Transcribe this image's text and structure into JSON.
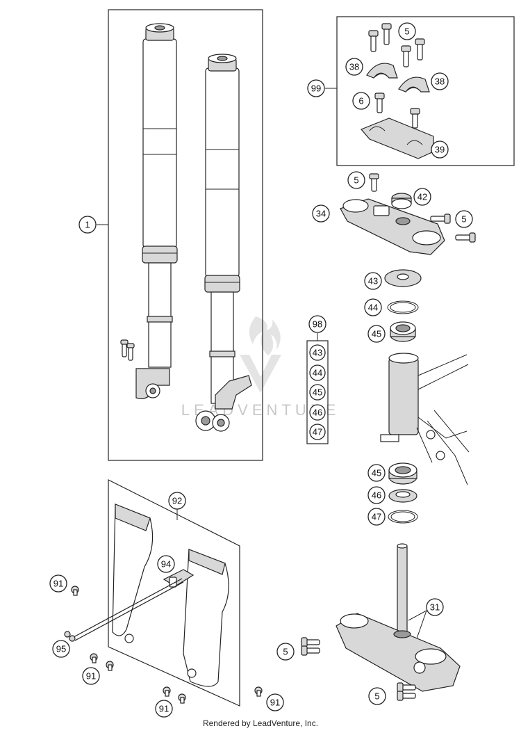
{
  "diagram": {
    "watermark_text": "LEADVENTURE",
    "footer_text": "Rendered by LeadVenture, Inc.",
    "callouts": {
      "c1": "1",
      "c99": "99",
      "c5a": "5",
      "c38a": "38",
      "c38b": "38",
      "c6": "6",
      "c39": "39",
      "c5b": "5",
      "c42": "42",
      "c34": "34",
      "c5c": "5",
      "c43": "43",
      "c44": "44",
      "c45a": "45",
      "c98": "98",
      "k43": "43",
      "k44": "44",
      "k45": "45",
      "k46": "46",
      "k47": "47",
      "c45b": "45",
      "c46": "46",
      "c47": "47",
      "c92": "92",
      "c94": "94",
      "c91a": "91",
      "c95": "95",
      "c91b": "91",
      "c91c": "91",
      "c91d": "91",
      "c31": "31",
      "c5d": "5",
      "c5e": "5"
    }
  }
}
